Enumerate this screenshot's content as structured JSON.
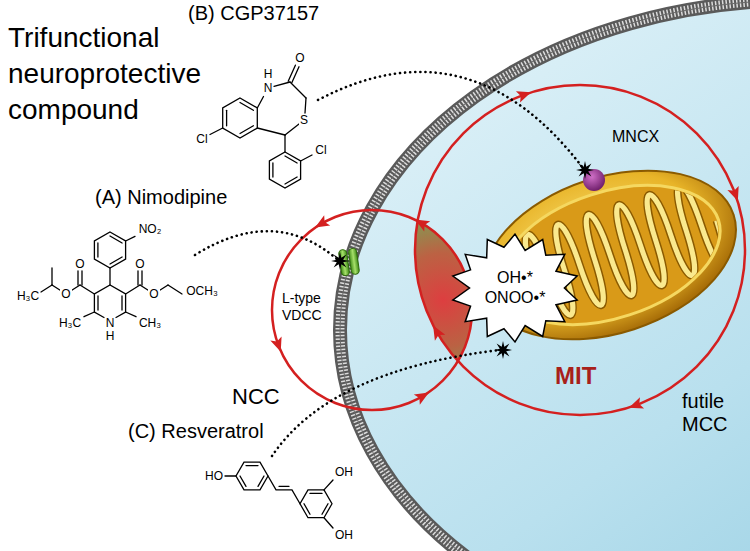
{
  "diagram": {
    "title": "Trifunctional neuroprotective compound",
    "nodes": [
      {
        "text": [
          "OH•*",
          "ONOO•*"
        ]
      }
    ],
    "labels": [
      "(B) CGP37157",
      "H",
      "N",
      "O",
      "Cl",
      "S",
      "Cl",
      "(A) Nimodipine",
      "NO₂",
      "O",
      "O",
      "H₃C",
      "O",
      "O",
      "OCH₃",
      "H₃C",
      "N",
      "H",
      "CH₃",
      "(C) Resveratrol",
      "HO",
      "OH",
      "OH",
      "L-type VDCC",
      "MNCX",
      "NCC",
      "MIT",
      "futile MCC"
    ]
  }
}
